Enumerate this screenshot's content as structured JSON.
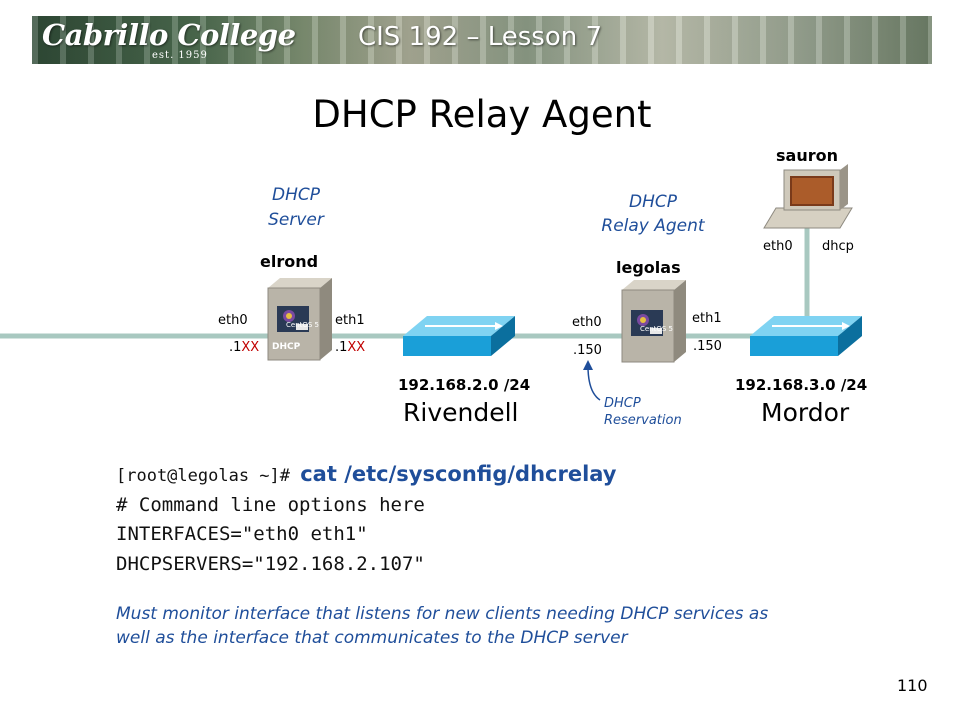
{
  "header": {
    "logo_text": "Cabrillo College",
    "logo_est": "est. 1959",
    "lesson": "CIS 192 – Lesson 7"
  },
  "slide": {
    "title": "DHCP Relay Agent",
    "page_number": "110"
  },
  "diagram": {
    "server_role": "DHCP\nServer",
    "relay_role": "DHCP\nRelay Agent",
    "hosts": {
      "elrond": {
        "name": "elrond",
        "left_iface": "eth0",
        "right_iface": "eth1",
        "left_addr_prefix": ".1",
        "left_addr_suffix": "XX",
        "right_addr_prefix": ".1",
        "right_addr_suffix": "XX",
        "badge": "DHCP",
        "os_label": "CentOS 5"
      },
      "legolas": {
        "name": "legolas",
        "left_iface": "eth0",
        "right_iface": "eth1",
        "left_addr": ".150",
        "right_addr": ".150",
        "os_label": "CentOS 5"
      },
      "sauron": {
        "name": "sauron",
        "iface": "eth0",
        "mode": "dhcp"
      }
    },
    "networks": {
      "rivendell": {
        "subnet": "192.168.2.0 /24",
        "name": "Rivendell"
      },
      "mordor": {
        "subnet": "192.168.3.0 /24",
        "name": "Mordor"
      }
    },
    "reservation_note": "DHCP\nReservation"
  },
  "terminal": {
    "prompt": "[root@legolas ~]# ",
    "command": "cat /etc/sysconfig/dhcrelay",
    "lines": [
      "# Command line options here",
      "INTERFACES=\"eth0 eth1\"",
      "DHCPSERVERS=\"192.168.2.107\""
    ]
  },
  "note": "Must monitor interface that listens for new clients needing DHCP services as well as the interface that communicates to the DHCP server",
  "colors": {
    "accent_blue": "#1f4e9a",
    "address_red": "#c00000",
    "network_line": "#a8c8c0",
    "switch_blue": "#1aa3dc"
  }
}
